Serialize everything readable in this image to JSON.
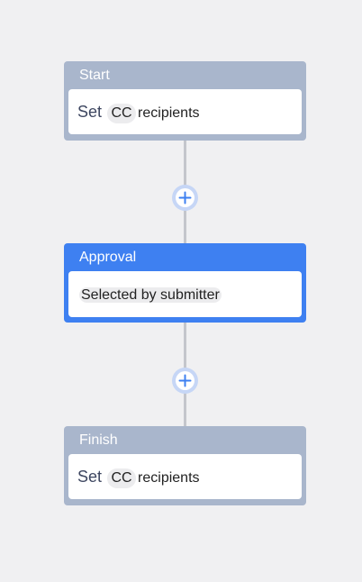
{
  "flow": {
    "start": {
      "title": "Start",
      "set_label": "Set",
      "cc_label": "CC",
      "recipients_label": "recipients"
    },
    "approval": {
      "title": "Approval",
      "approver_label": "Selected by submitter"
    },
    "finish": {
      "title": "Finish",
      "set_label": "Set",
      "cc_label": "CC",
      "recipients_label": "recipients"
    }
  },
  "icons": {
    "add": "plus-icon"
  },
  "colors": {
    "background": "#f0f0f2",
    "node_default": "#a9b6cc",
    "node_active": "#3e80f1",
    "connector": "#c4c6cc",
    "add_button_ring": "#c6d6f6",
    "add_button_plus": "#3e80f1"
  }
}
